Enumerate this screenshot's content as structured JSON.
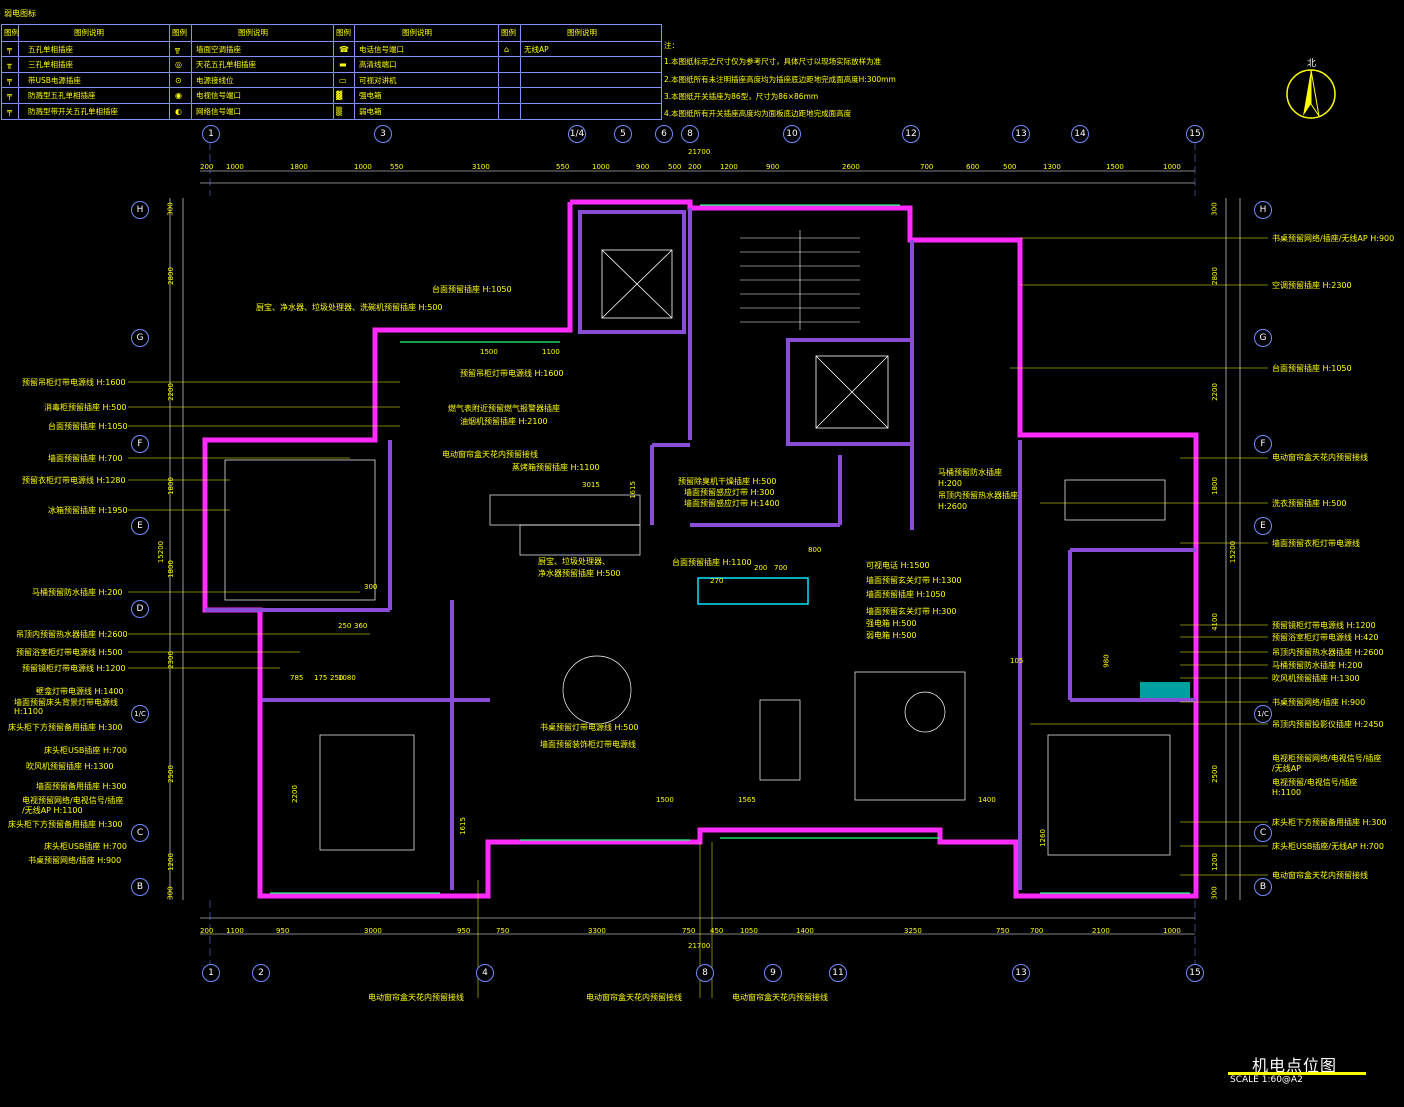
{
  "legend": {
    "title": "弱电图标",
    "headers": [
      "图例",
      "图例说明",
      "图例",
      "图例说明",
      "图例",
      "图例说明",
      "图例",
      "图例说明"
    ],
    "rows": [
      [
        "五孔单相插座",
        "墙面空调插座",
        "电话信号端口",
        "无线AP"
      ],
      [
        "三孔单相插座",
        "天花五孔单相插座",
        "高清线端口",
        ""
      ],
      [
        "带USB电源插座",
        "电源接线位",
        "可视对讲机",
        ""
      ],
      [
        "防溅型五孔单相插座",
        "电视信号端口",
        "强电箱",
        ""
      ],
      [
        "防溅型带开关五孔单相插座",
        "网络信号端口",
        "弱电箱",
        ""
      ]
    ]
  },
  "notes": {
    "head": "注：",
    "items": [
      "1.本图纸标示之尺寸仅为参考尺寸，具体尺寸以现场实际放样为准",
      "2.本图纸所有未注明插座高度均为插座底边距地完成面高度H:300mm",
      "3.本图纸开关插座为86型，尺寸为86×86mm",
      "4.本图纸所有开关插座高度均为面板底边距地完成面高度"
    ]
  },
  "top_axes": [
    "1",
    "3",
    "1/4",
    "5",
    "6",
    "8",
    "10",
    "12",
    "13",
    "14",
    "15"
  ],
  "bottom_axes": [
    "1",
    "2",
    "4",
    "8",
    "9",
    "11",
    "13",
    "15"
  ],
  "left_axes": [
    "H",
    "G",
    "F",
    "E",
    "D",
    "1/C",
    "C",
    "B"
  ],
  "right_axes": [
    "H",
    "G",
    "F",
    "E",
    "1/C",
    "C",
    "B"
  ],
  "top_dims": [
    "200",
    "1000",
    "1800",
    "1000",
    "550",
    "3100",
    "550",
    "1000",
    "900",
    "500",
    "200",
    "1200",
    "900",
    "2600",
    "700",
    "600",
    "500",
    "1300",
    "1500",
    "1000"
  ],
  "top_total": "21700",
  "bottom_dims": [
    "200",
    "1100",
    "950",
    "3000",
    "950",
    "750",
    "3300",
    "750",
    "450",
    "1050",
    "1400",
    "3250",
    "750",
    "700",
    "2100",
    "1000"
  ],
  "bottom_total": "21700",
  "left_dims": [
    "300",
    "2800",
    "2200",
    "1800",
    "1800",
    "2300",
    "2500",
    "1200",
    "300"
  ],
  "left_total": "15200",
  "right_dims": [
    "300",
    "2800",
    "2200",
    "1800",
    "4100",
    "2500",
    "1200",
    "300"
  ],
  "right_total": "15200",
  "left_labels": [
    "预留吊柜灯带电源线 H:1600",
    "消毒柜预留插座 H:500",
    "台面预留插座 H:1050",
    "墙面预留插座 H:700",
    "预留衣柜灯带电源线 H:1280",
    "冰箱预留插座 H:1950",
    "马桶预留防水插座 H:200",
    "吊顶内预留热水器插座 H:2600",
    "预留浴室柜灯带电源线 H:500",
    "预留镜柜灯带电源线 H:1200",
    "壁龛灯带电源线 H:1400",
    "墙面预留床头背景灯带电源线 H:1100",
    "床头柜下方预留备用插座 H:300",
    "床头柜USB插座 H:700",
    "吹风机预留插座 H:1300",
    "墙面预留备用插座 H:300",
    "电视预留网络/电视信号/插座",
    "/无线AP H:1100",
    "床头柜下方预留备用插座 H:300",
    "床头柜USB插座 H:700",
    "书桌预留网络/插座 H:900"
  ],
  "right_labels": [
    "书桌预留网络/插座/无线AP H:900",
    "空调预留插座 H:2300",
    "台面预留插座 H:1050",
    "电动窗帘盒天花内预留接线",
    "洗衣预留插座 H:500",
    "墙面预留衣柜灯带电源线",
    "预留镜柜灯带电源线 H:1200",
    "预留浴室柜灯带电源线 H:420",
    "吊顶内预留热水器插座 H:2600",
    "马桶预留防水插座 H:200",
    "吹风机预留插座 H:1300",
    "书桌预留网络/插座 H:900",
    "吊顶内预留投影仪插座 H:2450",
    "电视柜预留网络/电视信号/插座",
    "/无线AP",
    "电视预留/电视信号/插座",
    "H:1100",
    "床头柜下方预留备用插座 H:300",
    "床头柜USB插座/无线AP H:700",
    "电动窗帘盒天花内预留接线"
  ],
  "center_labels": [
    "台面预留插座 H:1050",
    "厨宝、净水器、垃圾处理器、洗碗机预留插座 H:500",
    "预留吊柜灯带电源线 H:1600",
    "燃气表附近预留燃气报警器插座",
    "油烟机预留插座 H:2100",
    "电动窗帘盒天花内预留接线",
    "蒸烤箱预留插座 H:1100",
    "厨宝、垃圾处理器、",
    "净水器预留插座 H:500",
    "预留除臭机干燥插座 H:500",
    "墙面预留感应灯带 H:300",
    "墙面预留感应灯带 H:1400",
    "台面预留插座 H:1100",
    "可视电话 H:1500",
    "墙面预留玄关灯带 H:1300",
    "墙面预留插座 H:1050",
    "墙面预留玄关灯带 H:300",
    "强电箱 H:500",
    "弱电箱 H:500",
    "马桶预留防水插座",
    "H:200",
    "吊顶内预留热水器插座",
    "H:2600",
    "书桌预留灯带电源线 H:500",
    "墙面预留装饰柜灯带电源线",
    "电动窗帘盒天花内预留接线",
    "电动窗帘盒天花内预留接线",
    "电动窗帘盒天花内预留接线"
  ],
  "inner_dims": [
    "1500",
    "1100",
    "3015",
    "1615",
    "270",
    "200",
    "700",
    "800",
    "1500",
    "1565",
    "1400",
    "785",
    "175",
    "250",
    "1080",
    "360",
    "250",
    "300",
    "105",
    "980",
    "2200",
    "1260",
    "1615"
  ],
  "title_block": {
    "title": "机电点位图",
    "scale": "SCALE 1:60@A2"
  },
  "north_label": "北",
  "colors": {
    "wall": "#ff2bff",
    "axis": "#6f8cff",
    "text": "#ffff00",
    "line": "#ffffff",
    "window": "#2bff7a",
    "furniture": "#ffffff"
  }
}
